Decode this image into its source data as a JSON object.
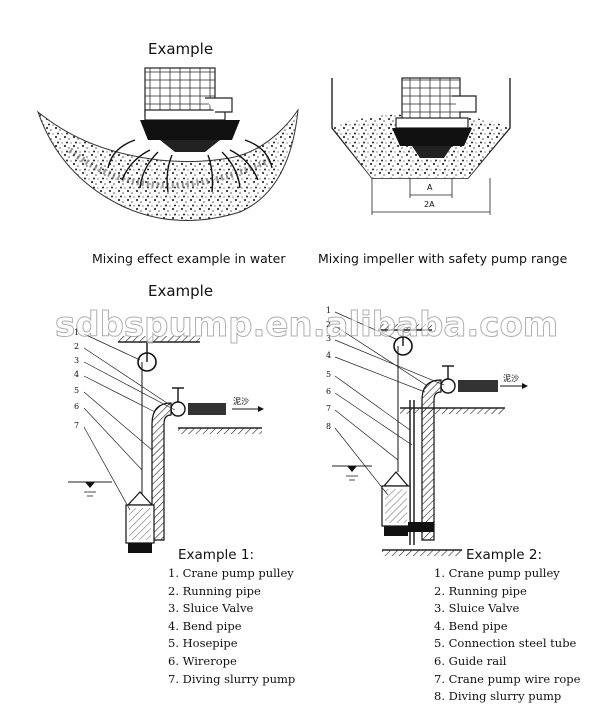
{
  "headings": {
    "top": "Example",
    "middle": "Example"
  },
  "captions": {
    "left": "Mixing effect example in water",
    "right": "Mixing impeller with safety pump range"
  },
  "dimensions": {
    "a": "A",
    "two_a": "2A"
  },
  "watermark": "sdbspump.en.alibaba.com",
  "flow_label": "泥沙",
  "example1": {
    "title": "Example 1:",
    "items": [
      "1. Crane pump pulley",
      "2. Running pipe",
      "3. Sluice Valve",
      "4. Bend pipe",
      "5. Hosepipe",
      "6. Wirerope",
      "7. Diving slurry pump"
    ],
    "numbers": [
      "1",
      "2",
      "3",
      "4",
      "5",
      "6",
      "7"
    ]
  },
  "example2": {
    "title": "Example 2:",
    "items": [
      "1. Crane pump pulley",
      "2. Running pipe",
      "3. Sluice Valve",
      "4. Bend pipe",
      "5. Connection steel tube",
      "6. Guide rail",
      "7. Crane pump wire rope",
      "8. Diving slurry pump"
    ],
    "numbers": [
      "1",
      "2",
      "3",
      "4",
      "5",
      "6",
      "7",
      "8"
    ]
  }
}
